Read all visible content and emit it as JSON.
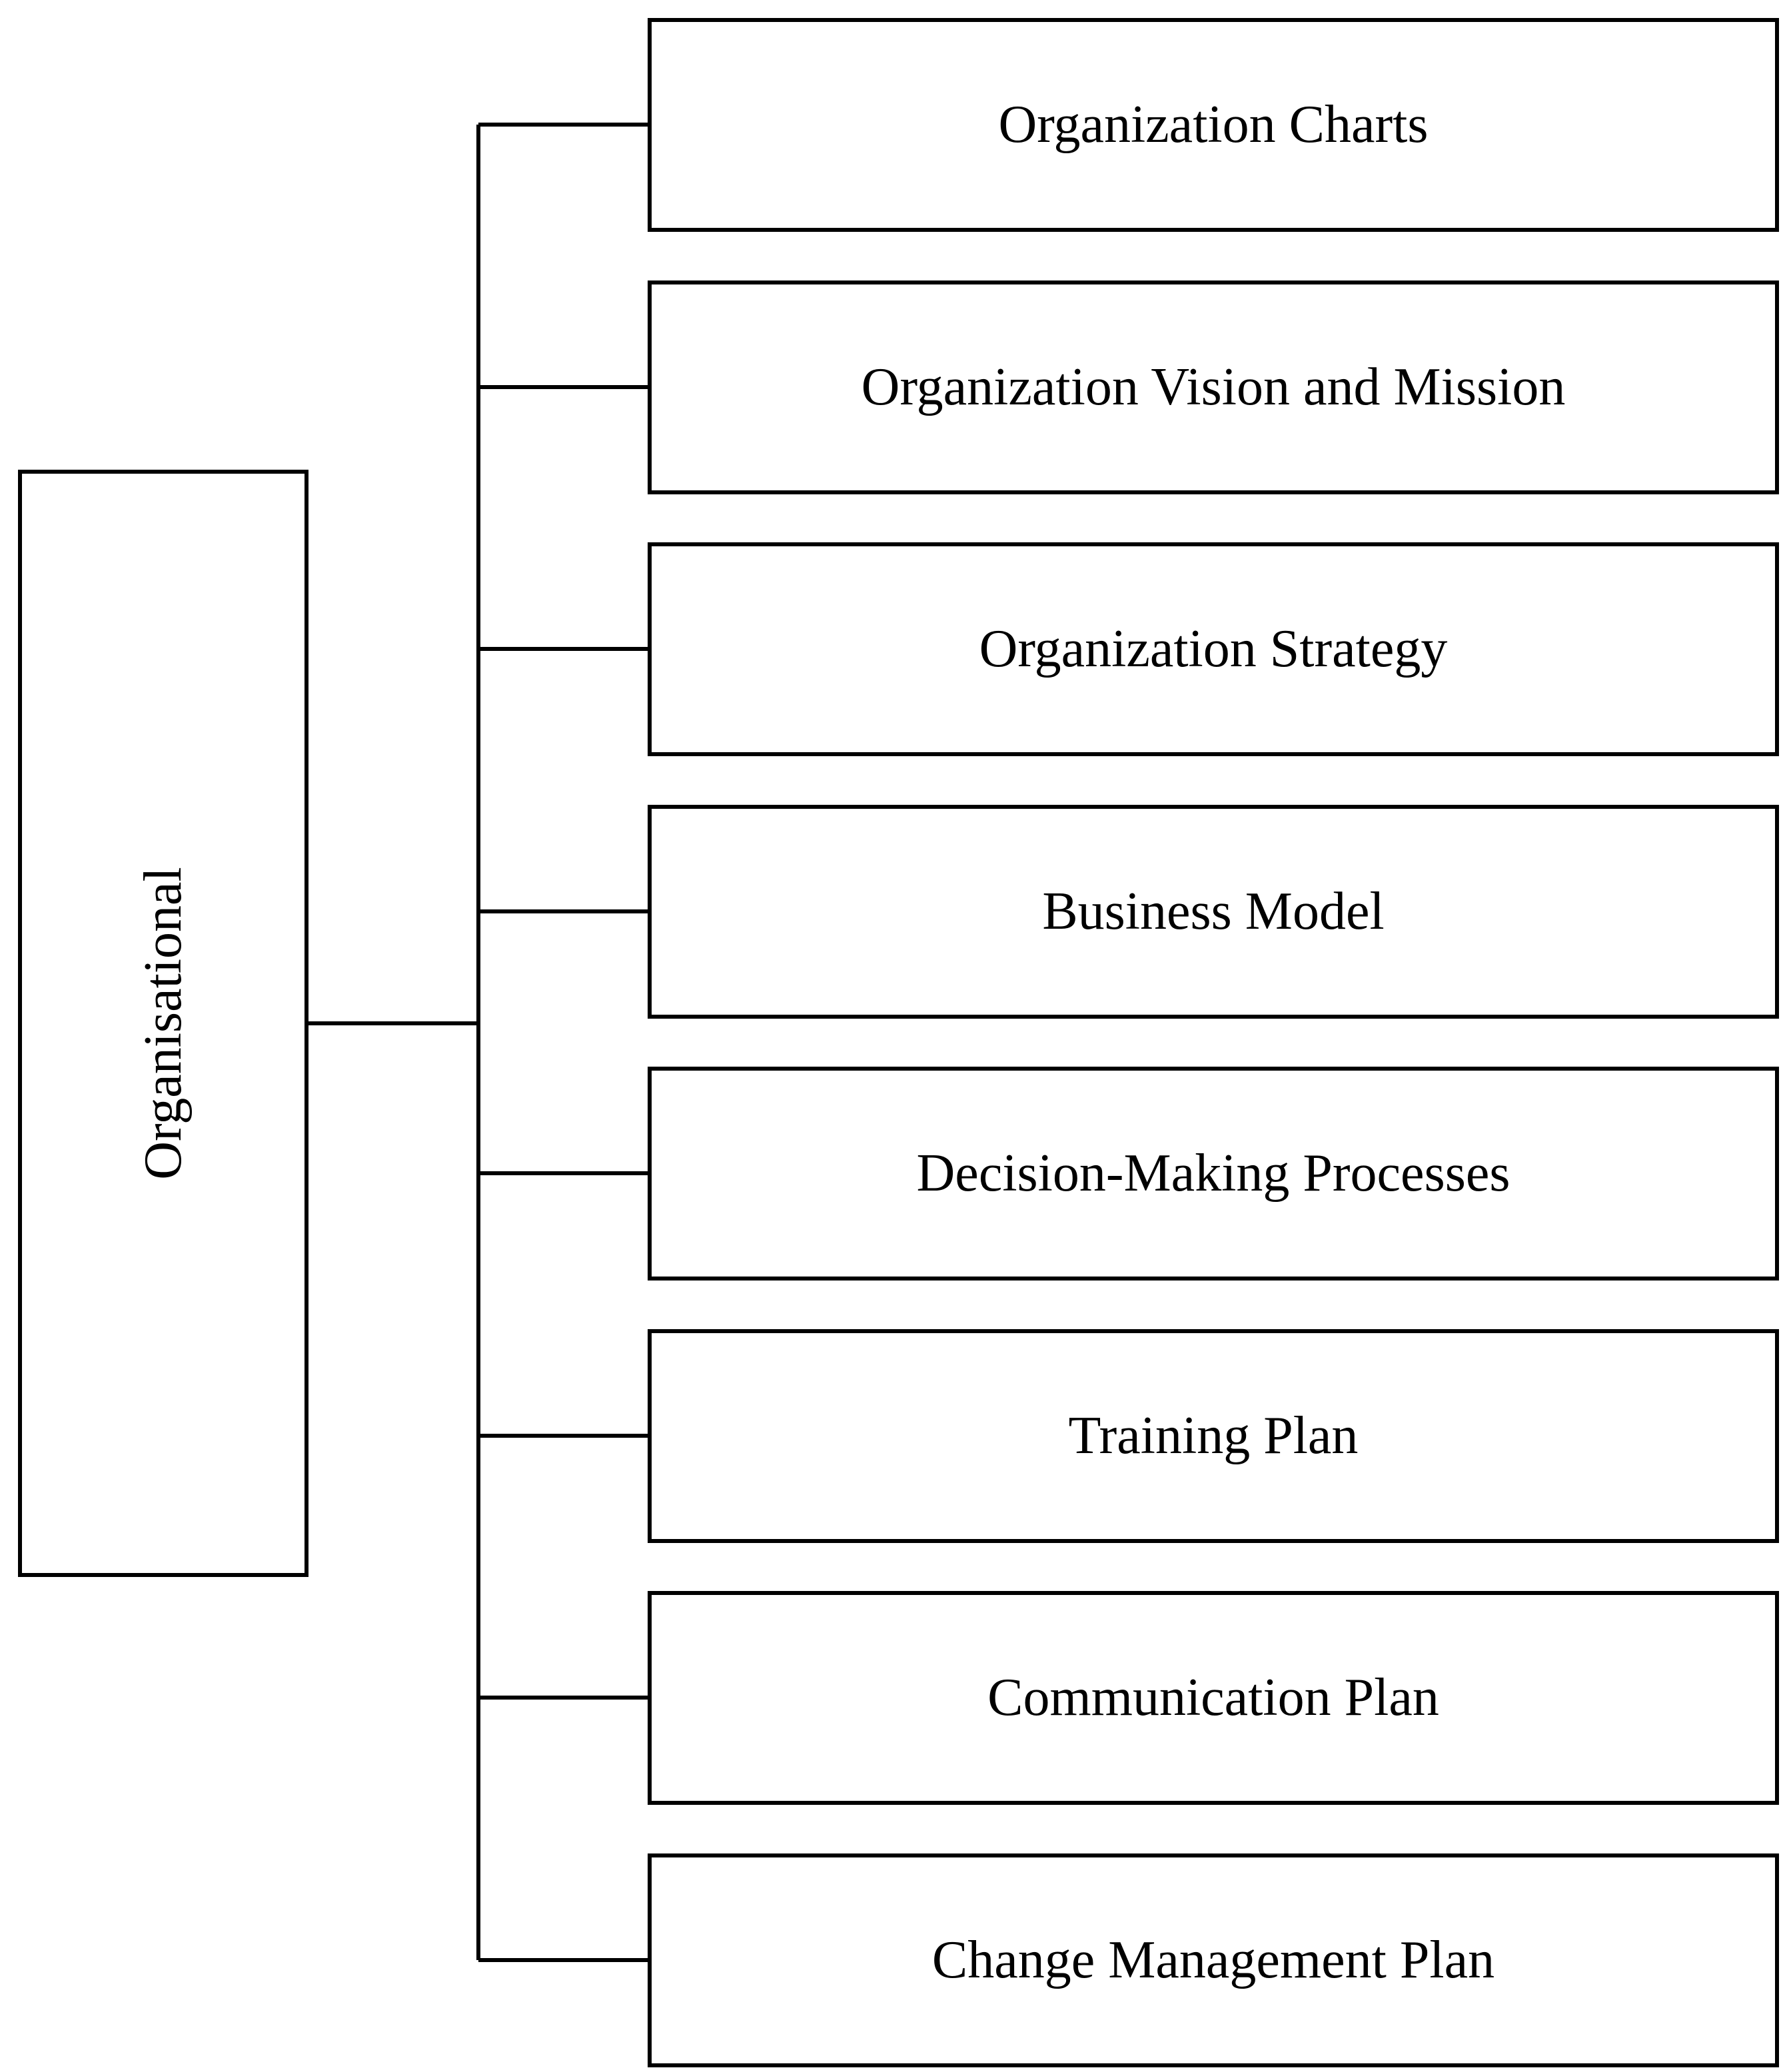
{
  "root": {
    "label": "Organisational"
  },
  "children": [
    {
      "label": "Organization Charts"
    },
    {
      "label": "Organization Vision and Mission"
    },
    {
      "label": "Organization Strategy"
    },
    {
      "label": "Business Model"
    },
    {
      "label": "Decision-Making Processes"
    },
    {
      "label": "Training Plan"
    },
    {
      "label": "Communication Plan"
    },
    {
      "label": "Change Management Plan"
    }
  ],
  "colors": {
    "stroke": "#000000",
    "background": "#ffffff",
    "text": "#000000"
  }
}
